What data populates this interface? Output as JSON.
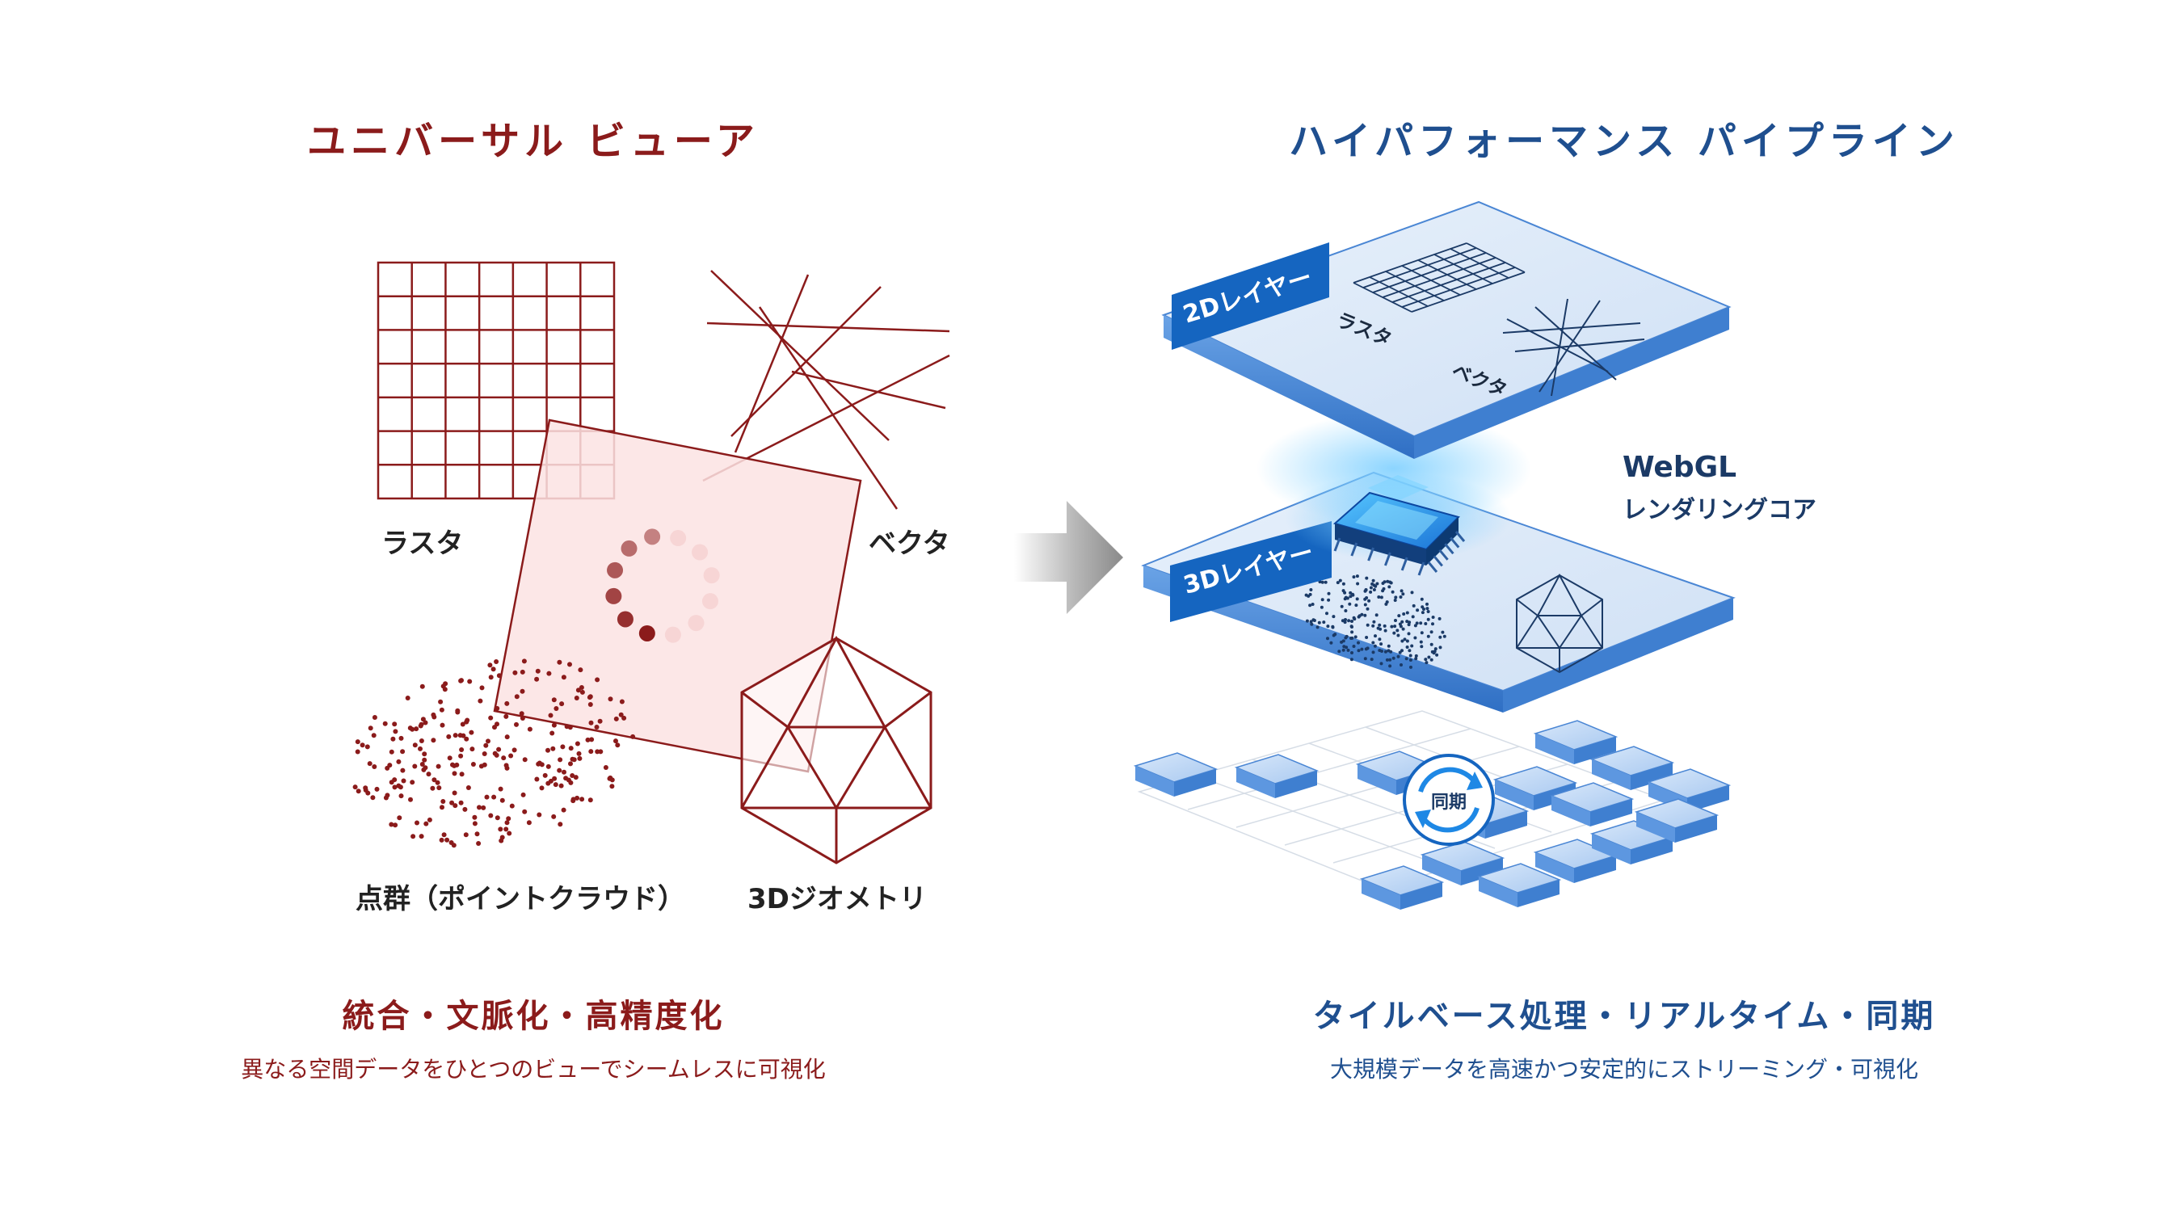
{
  "left": {
    "title": "ユニバーサル ビューア",
    "labels": {
      "raster": "ラスタ",
      "vector": "ベクタ",
      "pointcloud": "点群（ポイントクラウド）",
      "geometry": "3Dジオメトリ"
    },
    "heading": "統合・文脈化・高精度化",
    "description": "異なる空間データをひとつのビューでシームレスに可視化"
  },
  "right": {
    "title": "ハイパフォーマンス パイプライン",
    "layer2d": {
      "tag": "2Dレイヤー",
      "raster": "ラスタ",
      "vector": "ベクタ"
    },
    "layer3d": {
      "tag": "3Dレイヤー"
    },
    "core": {
      "title": "WebGL",
      "subtitle": "レンダリングコア"
    },
    "sync": "同期",
    "heading": "タイルベース処理・リアルタイム・同期",
    "description": "大規模データを高速かつ安定的にストリーミング・可視化"
  },
  "colors": {
    "red": "#8b1b1b",
    "blue": "#1f4f8f",
    "accent_blue": "#1565c0"
  }
}
